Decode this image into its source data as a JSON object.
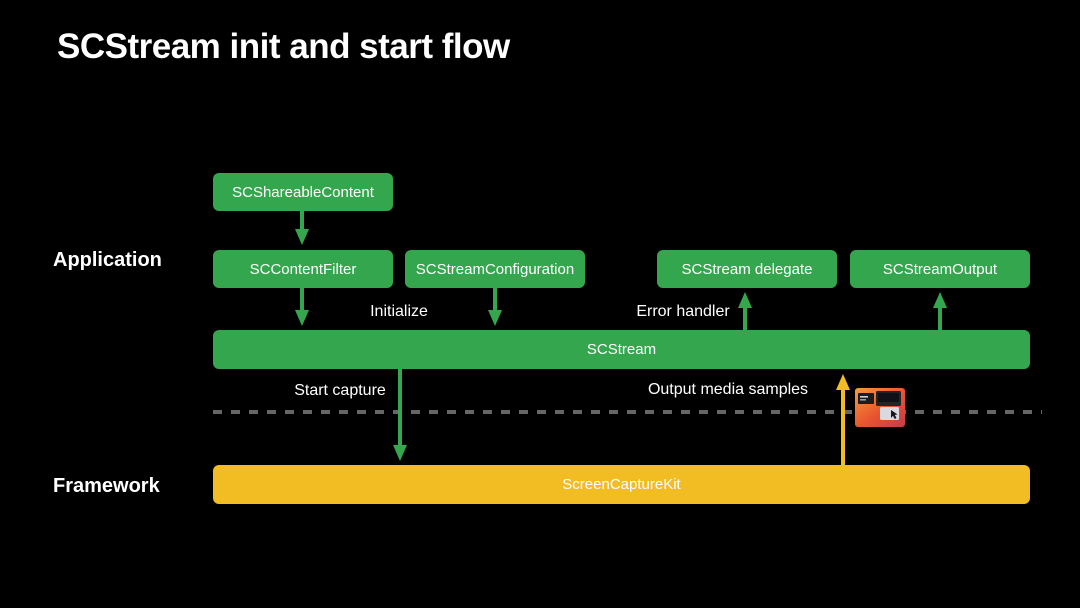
{
  "title": "SCStream init and start flow",
  "layers": {
    "application": "Application",
    "framework": "Framework"
  },
  "nodes": {
    "shareable_content": "SCShareableContent",
    "content_filter": "SCContentFilter",
    "stream_configuration": "SCStreamConfiguration",
    "stream_delegate": "SCStream delegate",
    "stream_output": "SCStreamOutput",
    "stream": "SCStream",
    "screen_capture_kit": "ScreenCaptureKit"
  },
  "edge_labels": {
    "initialize": "Initialize",
    "error_handler": "Error handler",
    "start_capture": "Start capture",
    "output_media_samples": "Output media samples"
  },
  "edges": [
    {
      "from": "SCShareableContent",
      "to": "SCContentFilter",
      "color": "green"
    },
    {
      "from": "SCContentFilter",
      "to": "SCStream",
      "color": "green"
    },
    {
      "from": "SCStreamConfiguration",
      "to": "SCStream",
      "color": "green",
      "label": "Initialize"
    },
    {
      "from": "SCStream",
      "to": "SCStream delegate",
      "color": "green",
      "label": "Error handler"
    },
    {
      "from": "SCStream",
      "to": "SCStreamOutput",
      "color": "green"
    },
    {
      "from": "SCStream",
      "to": "ScreenCaptureKit",
      "color": "green",
      "label": "Start capture"
    },
    {
      "from": "ScreenCaptureKit",
      "to": "SCStream",
      "color": "yellow",
      "label": "Output media samples"
    }
  ],
  "icons": {
    "screencapturekit_app_icon": "screencapturekit-app-icon"
  },
  "colors": {
    "background": "#000000",
    "green": "#34A74E",
    "yellow": "#F2BD23",
    "text": "#FFFFFF",
    "divider": "#666666"
  }
}
